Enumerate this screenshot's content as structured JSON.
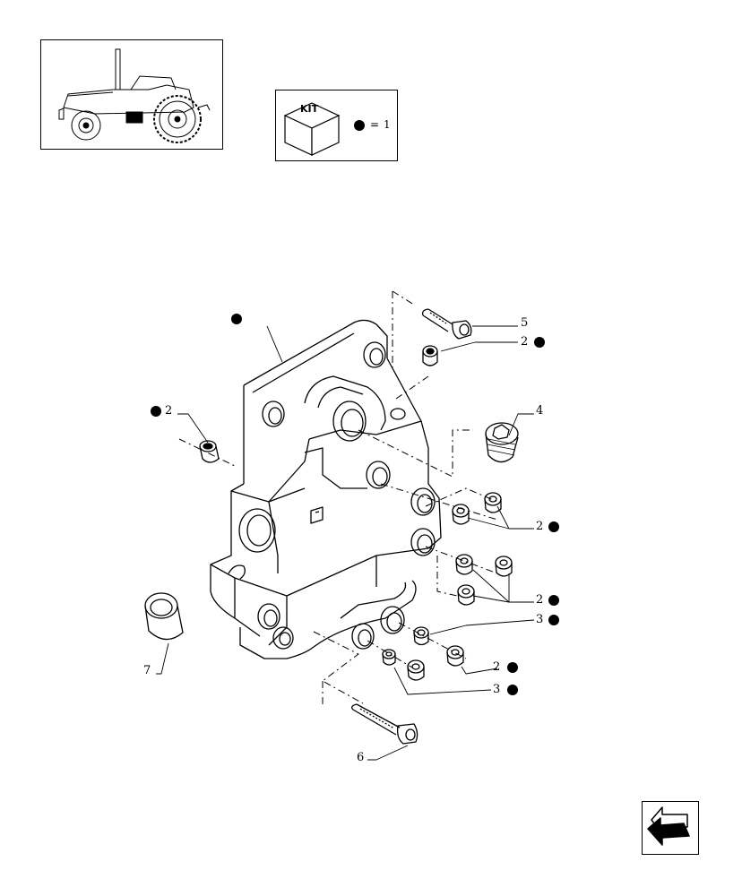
{
  "kit_box": {
    "label": "KIT",
    "legend_equals": "=",
    "legend_value": "1"
  },
  "callouts": [
    {
      "number": "5",
      "kit": false
    },
    {
      "number": "2",
      "kit": true
    },
    {
      "number": "2",
      "kit": true
    },
    {
      "number": "4",
      "kit": false
    },
    {
      "number": "2",
      "kit": true
    },
    {
      "number": "2",
      "kit": true
    },
    {
      "number": "3",
      "kit": true
    },
    {
      "number": "2",
      "kit": true
    },
    {
      "number": "3",
      "kit": true
    },
    {
      "number": "7",
      "kit": false
    },
    {
      "number": "6",
      "kit": false
    }
  ],
  "icons": {
    "tractor": "tractor-thumbnail-icon",
    "kit": "kit-box-icon",
    "nav": "next-page-arrow-icon"
  }
}
